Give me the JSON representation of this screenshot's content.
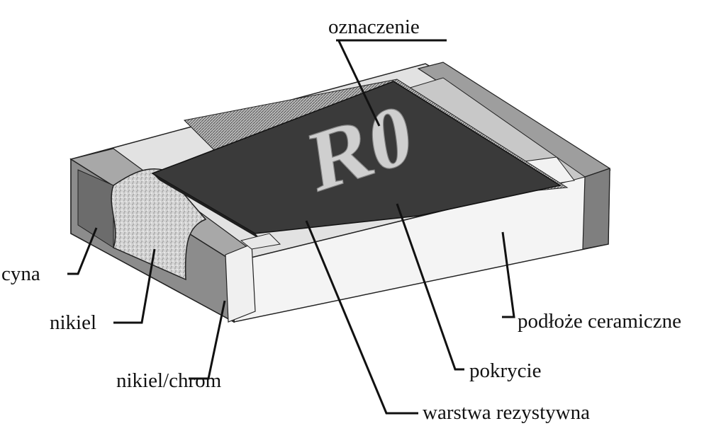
{
  "diagram": {
    "marking_text": "R0",
    "labels": {
      "marking": "oznaczenie",
      "tin": "cyna",
      "nickel": "nikiel",
      "nickel_chrome": "nikiel/chrom",
      "ceramic_substrate": "podłoże ceramiczne",
      "coating": "pokrycie",
      "resistive_layer": "warstwa rezystywna"
    },
    "colors": {
      "background": "#ffffff",
      "coating": "#3a3a3a",
      "terminal": "#8c8c8c",
      "substrate": "#f4f4f4",
      "nickel": "#d6d6d6",
      "lines": "#111111"
    }
  }
}
